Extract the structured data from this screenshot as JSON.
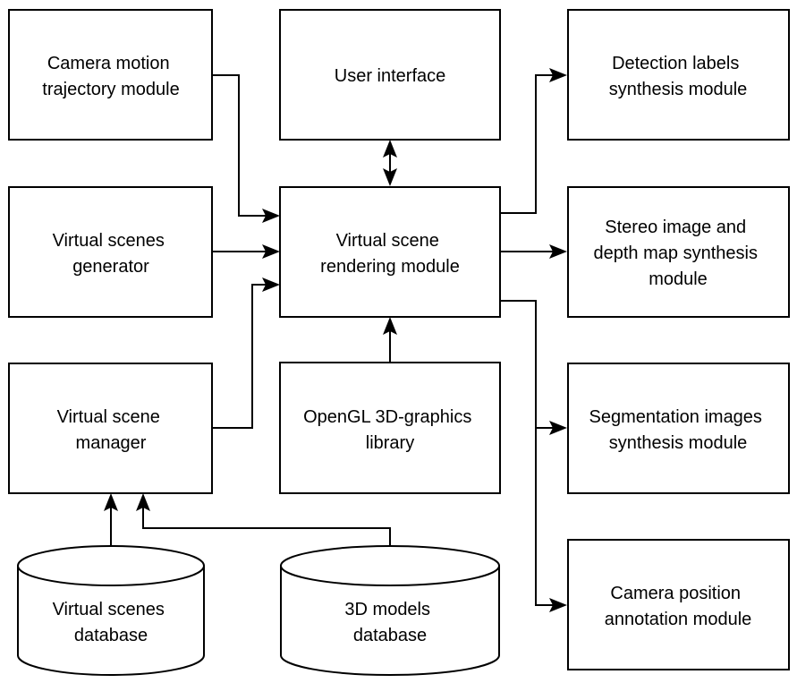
{
  "nodes": {
    "camera_trajectory": [
      "Camera motion",
      "trajectory module"
    ],
    "scenes_generator": [
      "Virtual scenes",
      "generator"
    ],
    "scene_manager": [
      "Virtual scene",
      "manager"
    ],
    "user_interface": [
      "User interface"
    ],
    "rendering_module": [
      "Virtual scene",
      "rendering module"
    ],
    "opengl_library": [
      "OpenGL 3D-graphics",
      "library"
    ],
    "detection_labels": [
      "Detection labels",
      "synthesis module"
    ],
    "stereo_depth": [
      "Stereo image and",
      "depth map synthesis",
      "module"
    ],
    "segmentation": [
      "Segmentation images",
      "synthesis module"
    ],
    "camera_position": [
      "Camera position",
      "annotation module"
    ],
    "scenes_database": [
      "Virtual scenes",
      "database"
    ],
    "models_database": [
      "3D models",
      "database"
    ]
  },
  "edges": [
    {
      "from": "camera_trajectory",
      "to": "rendering_module"
    },
    {
      "from": "scenes_generator",
      "to": "rendering_module"
    },
    {
      "from": "scene_manager",
      "to": "rendering_module"
    },
    {
      "from": "user_interface",
      "to": "rendering_module",
      "bidirectional": true
    },
    {
      "from": "opengl_library",
      "to": "rendering_module"
    },
    {
      "from": "rendering_module",
      "to": "detection_labels"
    },
    {
      "from": "rendering_module",
      "to": "stereo_depth"
    },
    {
      "from": "rendering_module",
      "to": "segmentation"
    },
    {
      "from": "rendering_module",
      "to": "camera_position"
    },
    {
      "from": "scenes_database",
      "to": "scene_manager"
    },
    {
      "from": "models_database",
      "to": "scene_manager"
    }
  ]
}
